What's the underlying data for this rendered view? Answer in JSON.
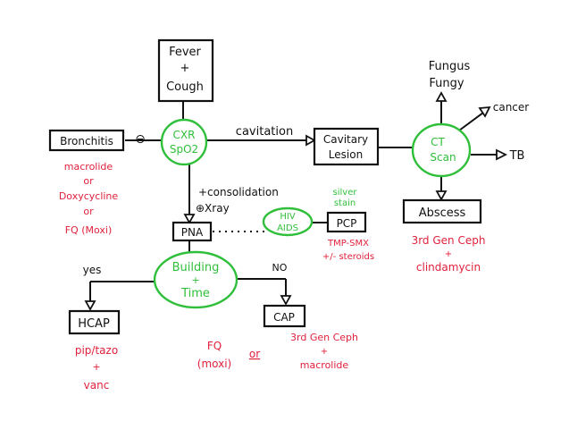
{
  "nodes": {
    "fever_cough": {
      "line1": "Fever",
      "line2": "+",
      "line3": "Cough"
    },
    "cxr": {
      "line1": "CXR",
      "line2": "SpO2"
    },
    "bronchitis": {
      "label": "Bronchitis"
    },
    "cavitary": {
      "line1": "Cavitary",
      "line2": "Lesion"
    },
    "ct_scan": {
      "line1": "CT",
      "line2": "Scan"
    },
    "fungus": {
      "line1": "Fungus",
      "line2": "Fungy"
    },
    "cancer": {
      "label": "cancer"
    },
    "tb": {
      "label": "TB"
    },
    "abscess": {
      "label": "Abscess"
    },
    "pna": {
      "label": "PNA"
    },
    "hiv": {
      "line1": "HIV",
      "line2": "AIDS"
    },
    "pcp": {
      "label": "PCP"
    },
    "building": {
      "line1": "Building",
      "line2": "+",
      "line3": "Time"
    },
    "hcap": {
      "label": "HCAP"
    },
    "cap": {
      "label": "CAP"
    }
  },
  "edge_labels": {
    "minus": "⊖",
    "cavitation": "cavitation",
    "consolidation": "+consolidation",
    "xray": "⊕Xray",
    "silver_stain": {
      "line1": "silver",
      "line2": "stain"
    },
    "yes": "yes",
    "no": "NO"
  },
  "treatments": {
    "bronchitis": {
      "line1": "macrolide",
      "line2": "or",
      "line3": "Doxycycline",
      "line4": "or",
      "line5": "FQ (Moxi)"
    },
    "pcp": {
      "line1": "TMP-SMX",
      "line2": "+/- steroids"
    },
    "abscess": {
      "line1": "3rd Gen Ceph",
      "line2": "+",
      "line3": "clindamycin"
    },
    "hcap": {
      "line1": "pip/tazo",
      "line2": "+",
      "line3": "vanc"
    },
    "cap_fq": {
      "line1": "FQ",
      "line2": "(moxi)"
    },
    "cap_or": "or",
    "cap_ceph": {
      "line1": "3rd Gen Ceph",
      "line2": "+",
      "line3": "macrolide"
    }
  },
  "colors": {
    "ink": "#111111",
    "treatment": "#e0213c",
    "decision": "#2fbf3a"
  }
}
